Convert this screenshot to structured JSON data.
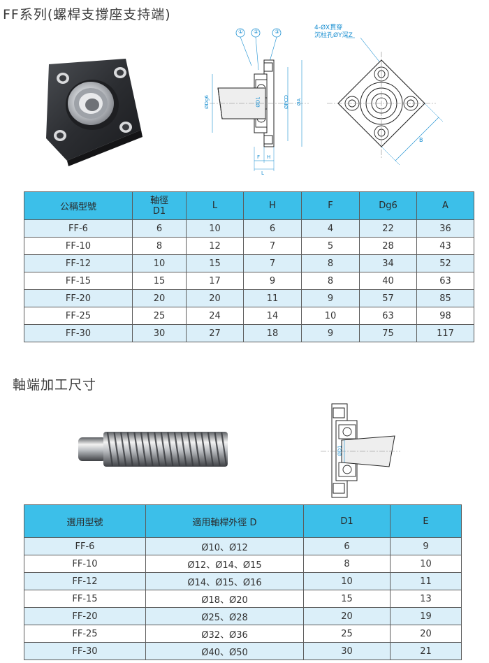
{
  "section1": {
    "title": "FF系列(螺桿支撐座支持端)"
  },
  "drawing1": {
    "callouts": [
      "①",
      "②",
      "③"
    ],
    "note_line1": "4-ØX貫穿",
    "note_line2": "沉柱孔ØY深Z",
    "labels": {
      "dg6": "ØDg6",
      "d1": "ØD1",
      "pcd": "ØPCD",
      "a": "ØA",
      "f": "F",
      "h": "H",
      "l": "L",
      "b": "B"
    }
  },
  "table1": {
    "headers": [
      "公稱型號",
      "軸徑",
      "D1",
      "L",
      "H",
      "F",
      "Dg6",
      "A"
    ],
    "rows": [
      [
        "FF-6",
        "6",
        "10",
        "6",
        "4",
        "22",
        "36"
      ],
      [
        "FF-10",
        "8",
        "12",
        "7",
        "5",
        "28",
        "43"
      ],
      [
        "FF-12",
        "10",
        "15",
        "7",
        "8",
        "34",
        "52"
      ],
      [
        "FF-15",
        "15",
        "17",
        "9",
        "8",
        "40",
        "63"
      ],
      [
        "FF-20",
        "20",
        "20",
        "11",
        "9",
        "57",
        "85"
      ],
      [
        "FF-25",
        "25",
        "24",
        "14",
        "10",
        "63",
        "98"
      ],
      [
        "FF-30",
        "30",
        "27",
        "18",
        "9",
        "75",
        "117"
      ]
    ]
  },
  "section2": {
    "title": "軸端加工尺寸"
  },
  "drawing2": {
    "labels": {
      "d1": "ØD1"
    }
  },
  "table2": {
    "headers": [
      "選用型號",
      "適用軸桿外徑 D",
      "D1",
      "E"
    ],
    "rows": [
      [
        "FF-6",
        "Ø10、Ø12",
        "6",
        "9"
      ],
      [
        "FF-10",
        "Ø12、Ø14、Ø15",
        "8",
        "10"
      ],
      [
        "FF-12",
        "Ø14、Ø15、Ø16",
        "10",
        "11"
      ],
      [
        "FF-15",
        "Ø18、Ø20",
        "15",
        "13"
      ],
      [
        "FF-20",
        "Ø25、Ø28",
        "20",
        "19"
      ],
      [
        "FF-25",
        "Ø32、Ø36",
        "25",
        "20"
      ],
      [
        "FF-30",
        "Ø40、Ø50",
        "30",
        "21"
      ]
    ]
  },
  "colors": {
    "header_bg": "#3cbfe9",
    "row_alt": "#dbeff9",
    "dimension_blue": "#1a8fd1",
    "border": "#5c5c5c"
  }
}
